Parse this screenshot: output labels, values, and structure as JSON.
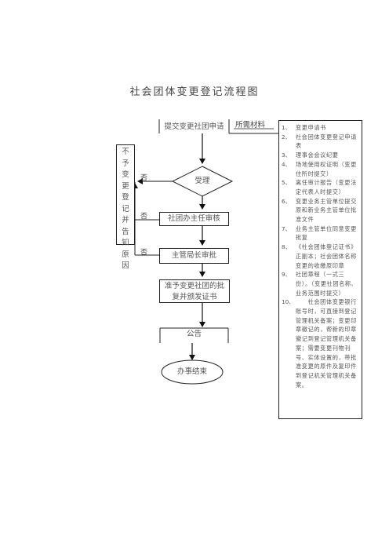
{
  "title": "社会团体变更登记流程图",
  "side_box_text": "不予变更登记并告知原因",
  "nodes": {
    "submit": "提交变更社团申请",
    "accept": "受理",
    "director_review": "社团办主任审核",
    "bureau_approve": "主管局长审批",
    "approval_line1": "准予变更社团的批",
    "approval_line2": "复并颁发证书",
    "announce": "公告",
    "done": "办事结束"
  },
  "labels": {
    "materials": "所需材料",
    "no_accept": "否",
    "no_director": "否",
    "no_bureau": "否"
  },
  "materials": [
    {
      "num": "1、",
      "text": "变更申请书"
    },
    {
      "num": "2、",
      "text": "社会团体变更登记申请表"
    },
    {
      "num": "3、",
      "text": "理事会会议纪要"
    },
    {
      "num": "4、",
      "text": "场地使用权证明（变更住所时提交）"
    },
    {
      "num": "5、",
      "text": "离任审计报告（变更法定代表人时提交）"
    },
    {
      "num": "6、",
      "text": "变更业务主管单位提交原和新业务主管单位批准文件"
    },
    {
      "num": "7、",
      "text": "业务主管单位同意变更批复"
    },
    {
      "num": "8、",
      "text": "《社会团体登记证书》正副本；社会团体名称变更的收缴原印章"
    },
    {
      "num": "9、",
      "text": "社团章程（一式三份）。（变更社团名称、业务范围时提交）"
    },
    {
      "num": "10、",
      "text": "　　社会团体变更银行账号时，可直接到登记管理机关备案；变更印章徽记的，帮新的印章徽记到登记管理机关备案；需要变更刊物刊号、实体设置的，带批准变更的原件及复印件到登记机关管理机关备案。"
    }
  ]
}
